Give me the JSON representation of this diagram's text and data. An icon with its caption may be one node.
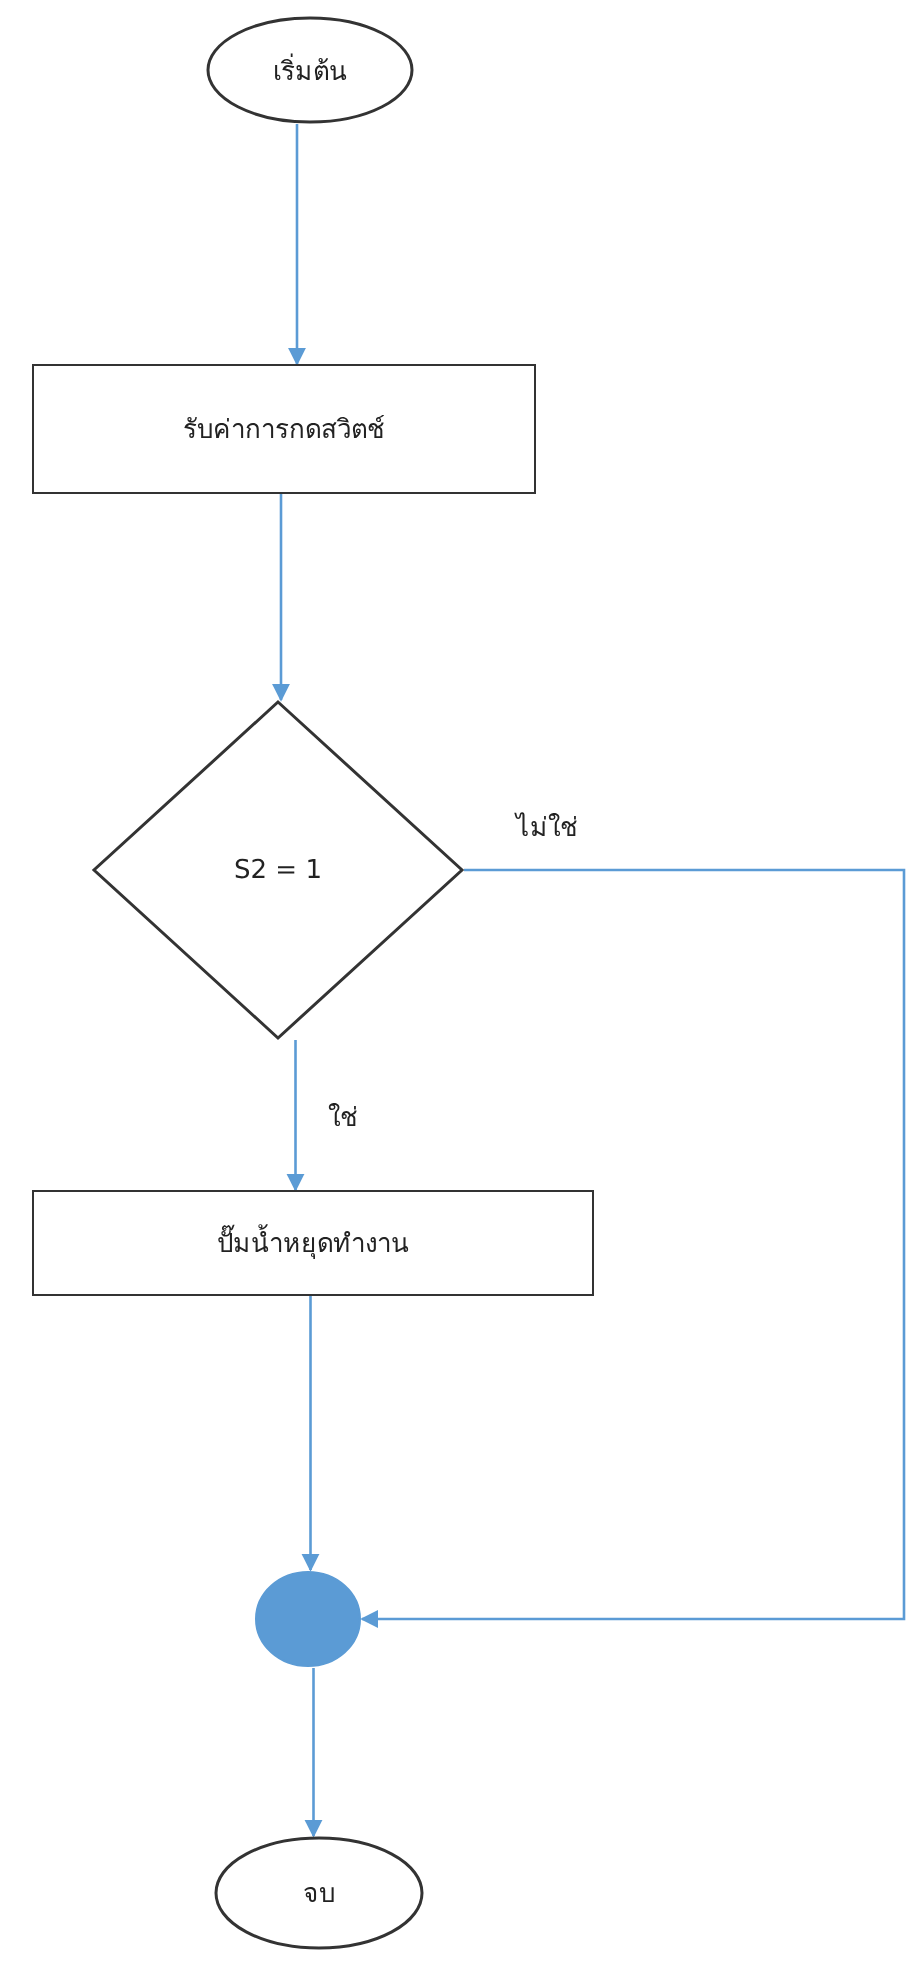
{
  "diagram": {
    "nodes": [
      {
        "text": [
          "เริ่มต้น"
        ]
      },
      {
        "text": [
          "รับค่าการกดสวิตช์"
        ]
      },
      {
        "text": [
          "S2 = 1"
        ]
      },
      {
        "text": [
          "ปั๊มน้ำหยุดทำงาน"
        ]
      },
      {
        "text": [],
        "shape": "circle"
      },
      {
        "text": [
          "จบ"
        ]
      }
    ],
    "edges": [
      {
        "from": 0,
        "to": 1,
        "arrow": "to"
      },
      {
        "from": 1,
        "to": 2,
        "arrow": "to"
      },
      {
        "from": 2,
        "to": 3,
        "arrow": "to",
        "label": "ใช่"
      },
      {
        "from": 2,
        "to": 4,
        "arrow": "to",
        "label": "ไม่ใช่"
      },
      {
        "from": 3,
        "to": 4,
        "arrow": "to"
      },
      {
        "from": 4,
        "to": 5,
        "arrow": "to"
      }
    ]
  }
}
